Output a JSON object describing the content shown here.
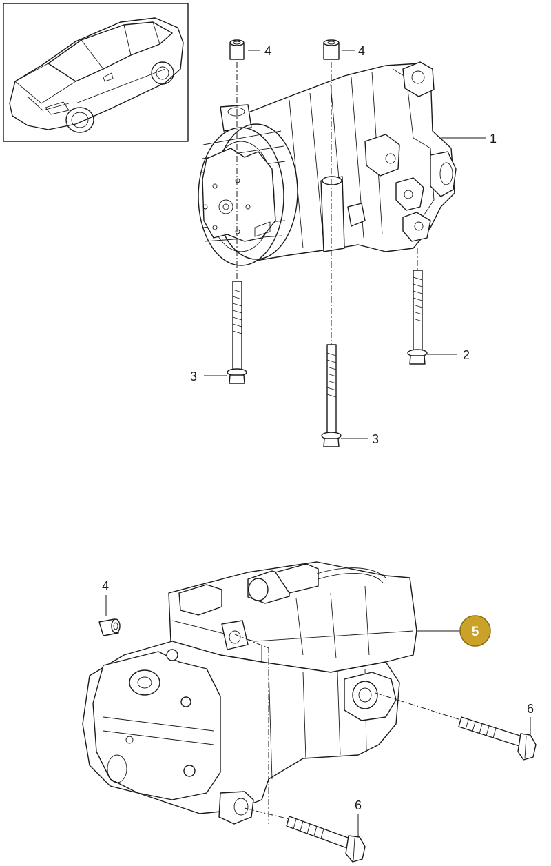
{
  "callouts": {
    "compressor_upper": "1",
    "bolt_right": "2",
    "bolt_left": "3",
    "bolt_center": "3",
    "sleeve_upper_left": "4",
    "sleeve_upper_right": "4",
    "compressor_lower": "5",
    "sleeve_lower": "4",
    "bolt_lower_right": "6",
    "bolt_lower_bottom": "6"
  },
  "colors": {
    "highlight_fill": "#c9a227",
    "highlight_stroke": "#8a6d12",
    "line": "#1a1a1a"
  }
}
